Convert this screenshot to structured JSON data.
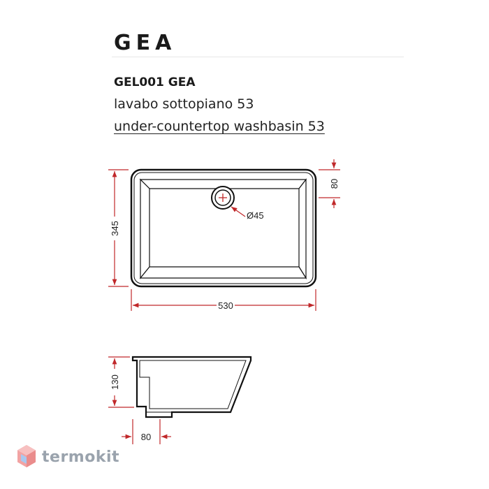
{
  "header": {
    "brand": "GEA",
    "code": "GEL001 GEA",
    "name_it": "lavabo sottopiano 53",
    "name_en": "under-countertop washbasin 53"
  },
  "dimensions": {
    "width": "530",
    "depth": "345",
    "rim": "80",
    "drain": "Ø45",
    "height": "130",
    "outlet_offset": "80"
  },
  "watermark": {
    "text": "termokit"
  },
  "colors": {
    "dimension_line": "#c0282a",
    "outline": "#111111"
  }
}
